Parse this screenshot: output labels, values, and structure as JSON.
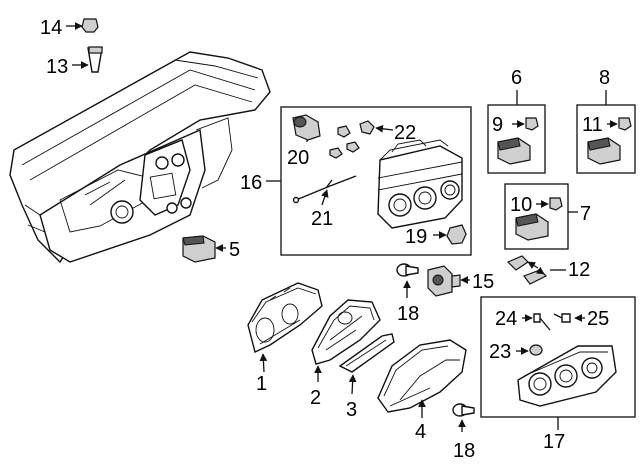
{
  "callouts": {
    "c1": "1",
    "c2": "2",
    "c3": "3",
    "c4": "4",
    "c5": "5",
    "c6": "6",
    "c7": "7",
    "c8": "8",
    "c9": "9",
    "c10": "10",
    "c11": "11",
    "c12": "12",
    "c13": "13",
    "c14": "14",
    "c15": "15",
    "c16": "16",
    "c17": "17",
    "c18a": "18",
    "c18b": "18",
    "c19": "19",
    "c20": "20",
    "c21": "21",
    "c22": "22",
    "c23": "23",
    "c24": "24",
    "c25": "25"
  }
}
